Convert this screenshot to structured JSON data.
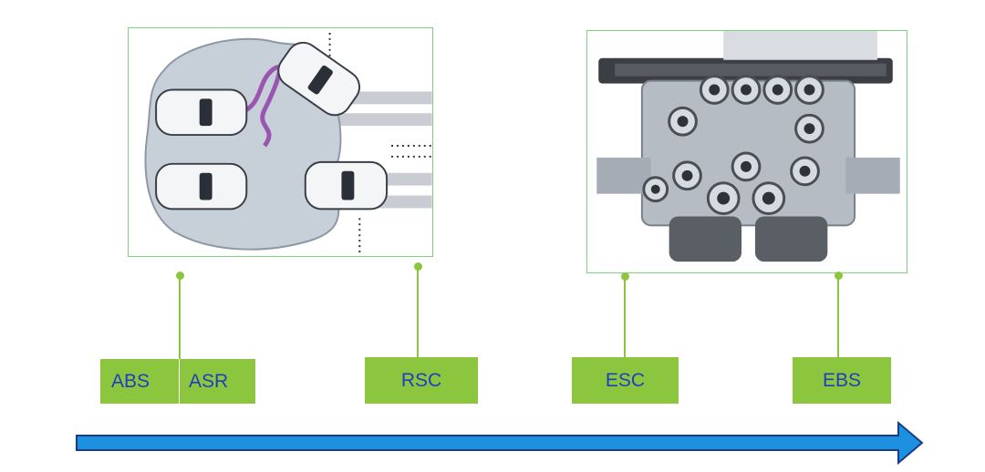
{
  "labels": {
    "abs": "ABS",
    "asr": "ASR",
    "rsc": "RSC",
    "esc": "ESC",
    "ebs": "EBS"
  },
  "images": {
    "left": "cars-stability-illustration",
    "right": "ebs-modulator-valve-photo"
  },
  "colors": {
    "accent_green": "#8cc63f",
    "frame_green": "#7ed27e",
    "label_text": "#1f3fbf",
    "arrow_fill": "#1e90e0",
    "arrow_stroke": "#1a3a8c"
  }
}
